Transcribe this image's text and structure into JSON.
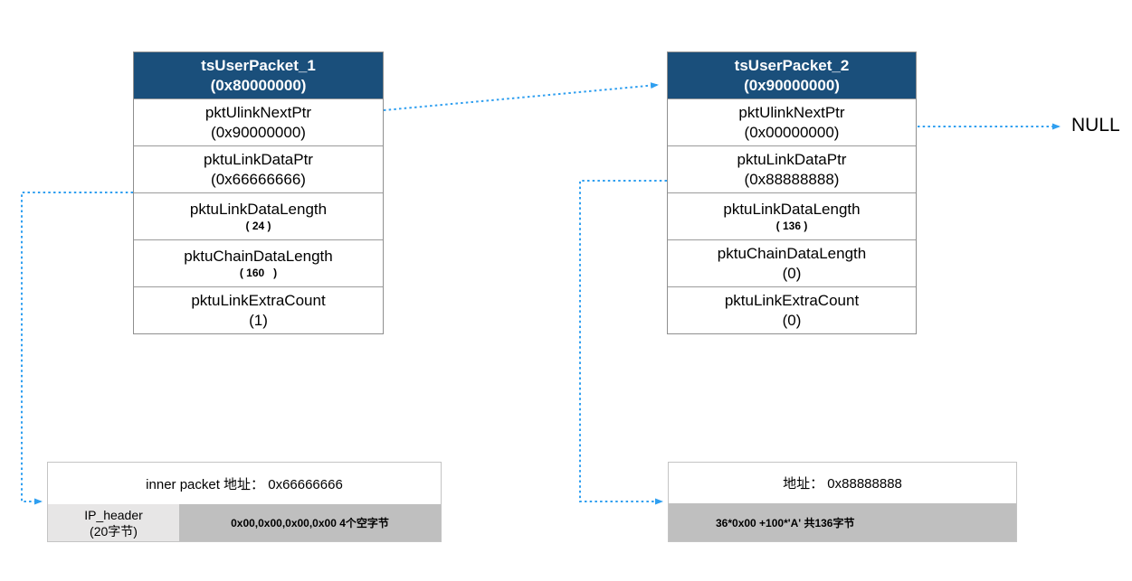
{
  "colors": {
    "header_bg": "#1a4f7b",
    "header_text": "#ffffff",
    "arrow": "#2f9ff0",
    "table_border": "#8f8f8f",
    "row_divider": "#9b9b9b",
    "box_border": "#c4c4c4",
    "cell_light_bg": "#e7e6e6",
    "cell_dark_bg": "#bfbfbf",
    "text": "#000000"
  },
  "labels": {
    "null_label": "NULL"
  },
  "packet1": {
    "title": "tsUserPacket_1",
    "address": "(0x80000000)",
    "rows": [
      {
        "label": "pktUlinkNextPtr",
        "value": "(0x90000000)"
      },
      {
        "label": "pktuLinkDataPtr",
        "value": "(0x66666666)"
      },
      {
        "label": "pktuLinkDataLength",
        "value": "( 24 )"
      },
      {
        "label": "pktuChainDataLength",
        "value": "( 160   )"
      },
      {
        "label": "pktuLinkExtraCount",
        "value": "(1)"
      }
    ]
  },
  "packet2": {
    "title": "tsUserPacket_2",
    "address": "(0x90000000)",
    "rows": [
      {
        "label": "pktUlinkNextPtr",
        "value": "(0x00000000)"
      },
      {
        "label": "pktuLinkDataPtr",
        "value": "(0x88888888)"
      },
      {
        "label": "pktuLinkDataLength",
        "value": "( 136 )"
      },
      {
        "label": "pktuChainDataLength",
        "value": "(0)"
      },
      {
        "label": "pktuLinkExtraCount",
        "value": "(0)"
      }
    ]
  },
  "box_left": {
    "title": "inner packet 地址： 0x66666666",
    "cell_header_line1": "IP_header",
    "cell_header_line2": "(20字节)",
    "cell_data": "0x00,0x00,0x00,0x00 4个空字节"
  },
  "box_right": {
    "title": "地址： 0x88888888",
    "cell_data": "36*0x00 +100*'A' 共136字节"
  }
}
